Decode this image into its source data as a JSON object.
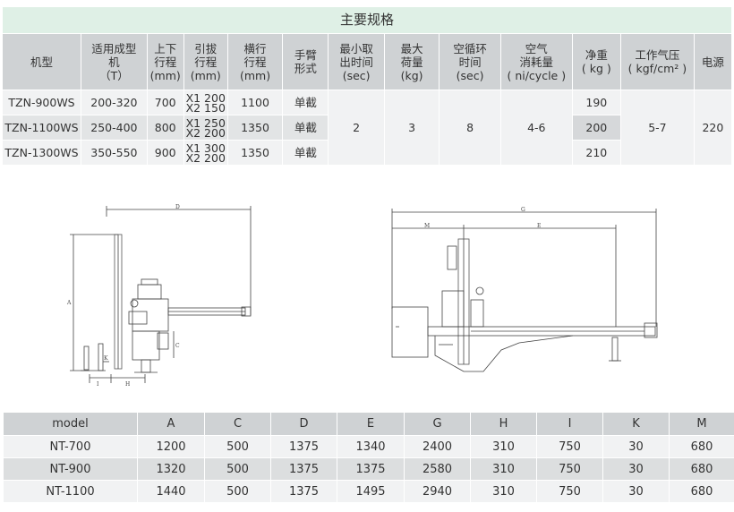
{
  "spec": {
    "title": "主要规格",
    "headers": [
      [
        "机型"
      ],
      [
        "适用成型",
        "机",
        "（T）"
      ],
      [
        "上下",
        "行程",
        "(mm)"
      ],
      [
        "引拔",
        "行程",
        "(mm)"
      ],
      [
        "横行",
        "行程",
        "(mm)"
      ],
      [
        "手臂",
        "形式"
      ],
      [
        "最小取",
        "出时间",
        "(sec)"
      ],
      [
        "最大",
        "荷量",
        "(kg)"
      ],
      [
        "空循环",
        "时间",
        "(sec)"
      ],
      [
        "空气",
        "消耗量",
        "( ni/cycle )"
      ],
      [
        "净重",
        "( kg )"
      ],
      [
        "工作气压",
        "( kgf/cm² )"
      ],
      [
        "电源"
      ]
    ],
    "rows": [
      {
        "model": "TZN-900WS",
        "tonnage": "200-320",
        "updown": "700",
        "draw1": "X1 200",
        "draw2": "X2 150",
        "traverse": "1100",
        "arm": "单截",
        "weight": "190"
      },
      {
        "model": "TZN-1100WS",
        "tonnage": "250-400",
        "updown": "800",
        "draw1": "X1 250",
        "draw2": "X2 200",
        "traverse": "1350",
        "arm": "单截",
        "weight": "200"
      },
      {
        "model": "TZN-1300WS",
        "tonnage": "350-550",
        "updown": "900",
        "draw1": "X1 300",
        "draw2": "X2 200",
        "traverse": "1350",
        "arm": "单截",
        "weight": "210"
      }
    ],
    "merged": {
      "min_takeout": "2",
      "max_load": "3",
      "dry_cycle": "8",
      "air": "4-6",
      "pressure": "5-7",
      "power": "220"
    }
  },
  "drawing_labels": {
    "left": {
      "D": "D",
      "A": "A",
      "C": "C",
      "K": "K",
      "I": "I",
      "H": "H"
    },
    "right": {
      "G": "G",
      "M": "M",
      "E": "E"
    }
  },
  "dims": {
    "headers": [
      "model",
      "A",
      "C",
      "D",
      "E",
      "G",
      "H",
      "I",
      "K",
      "M"
    ],
    "rows": [
      [
        "NT-700",
        "1200",
        "500",
        "1375",
        "1340",
        "2400",
        "310",
        "750",
        "30",
        "680"
      ],
      [
        "NT-900",
        "1320",
        "500",
        "1375",
        "1375",
        "2580",
        "310",
        "750",
        "30",
        "680"
      ],
      [
        "NT-1100",
        "1440",
        "500",
        "1375",
        "1495",
        "2940",
        "310",
        "750",
        "30",
        "680"
      ]
    ]
  }
}
